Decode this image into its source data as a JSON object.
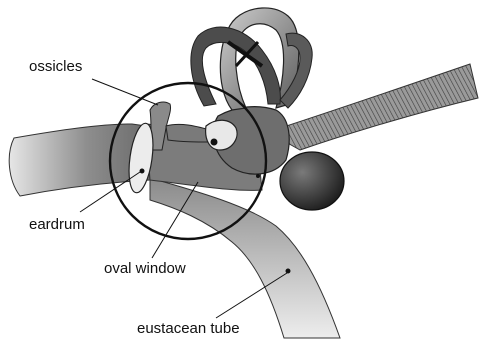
{
  "diagram": {
    "labels": {
      "ossicles": "ossicles",
      "eardrum": "eardrum",
      "oval_window": "oval window",
      "eustacean_tube": "eustacean tube"
    },
    "colors": {
      "ink": "#111111",
      "tissue_dark": "#5a5a5a",
      "tissue_mid": "#9a9a9a",
      "tissue_light": "#d8d8d8",
      "background": "#ffffff"
    }
  }
}
